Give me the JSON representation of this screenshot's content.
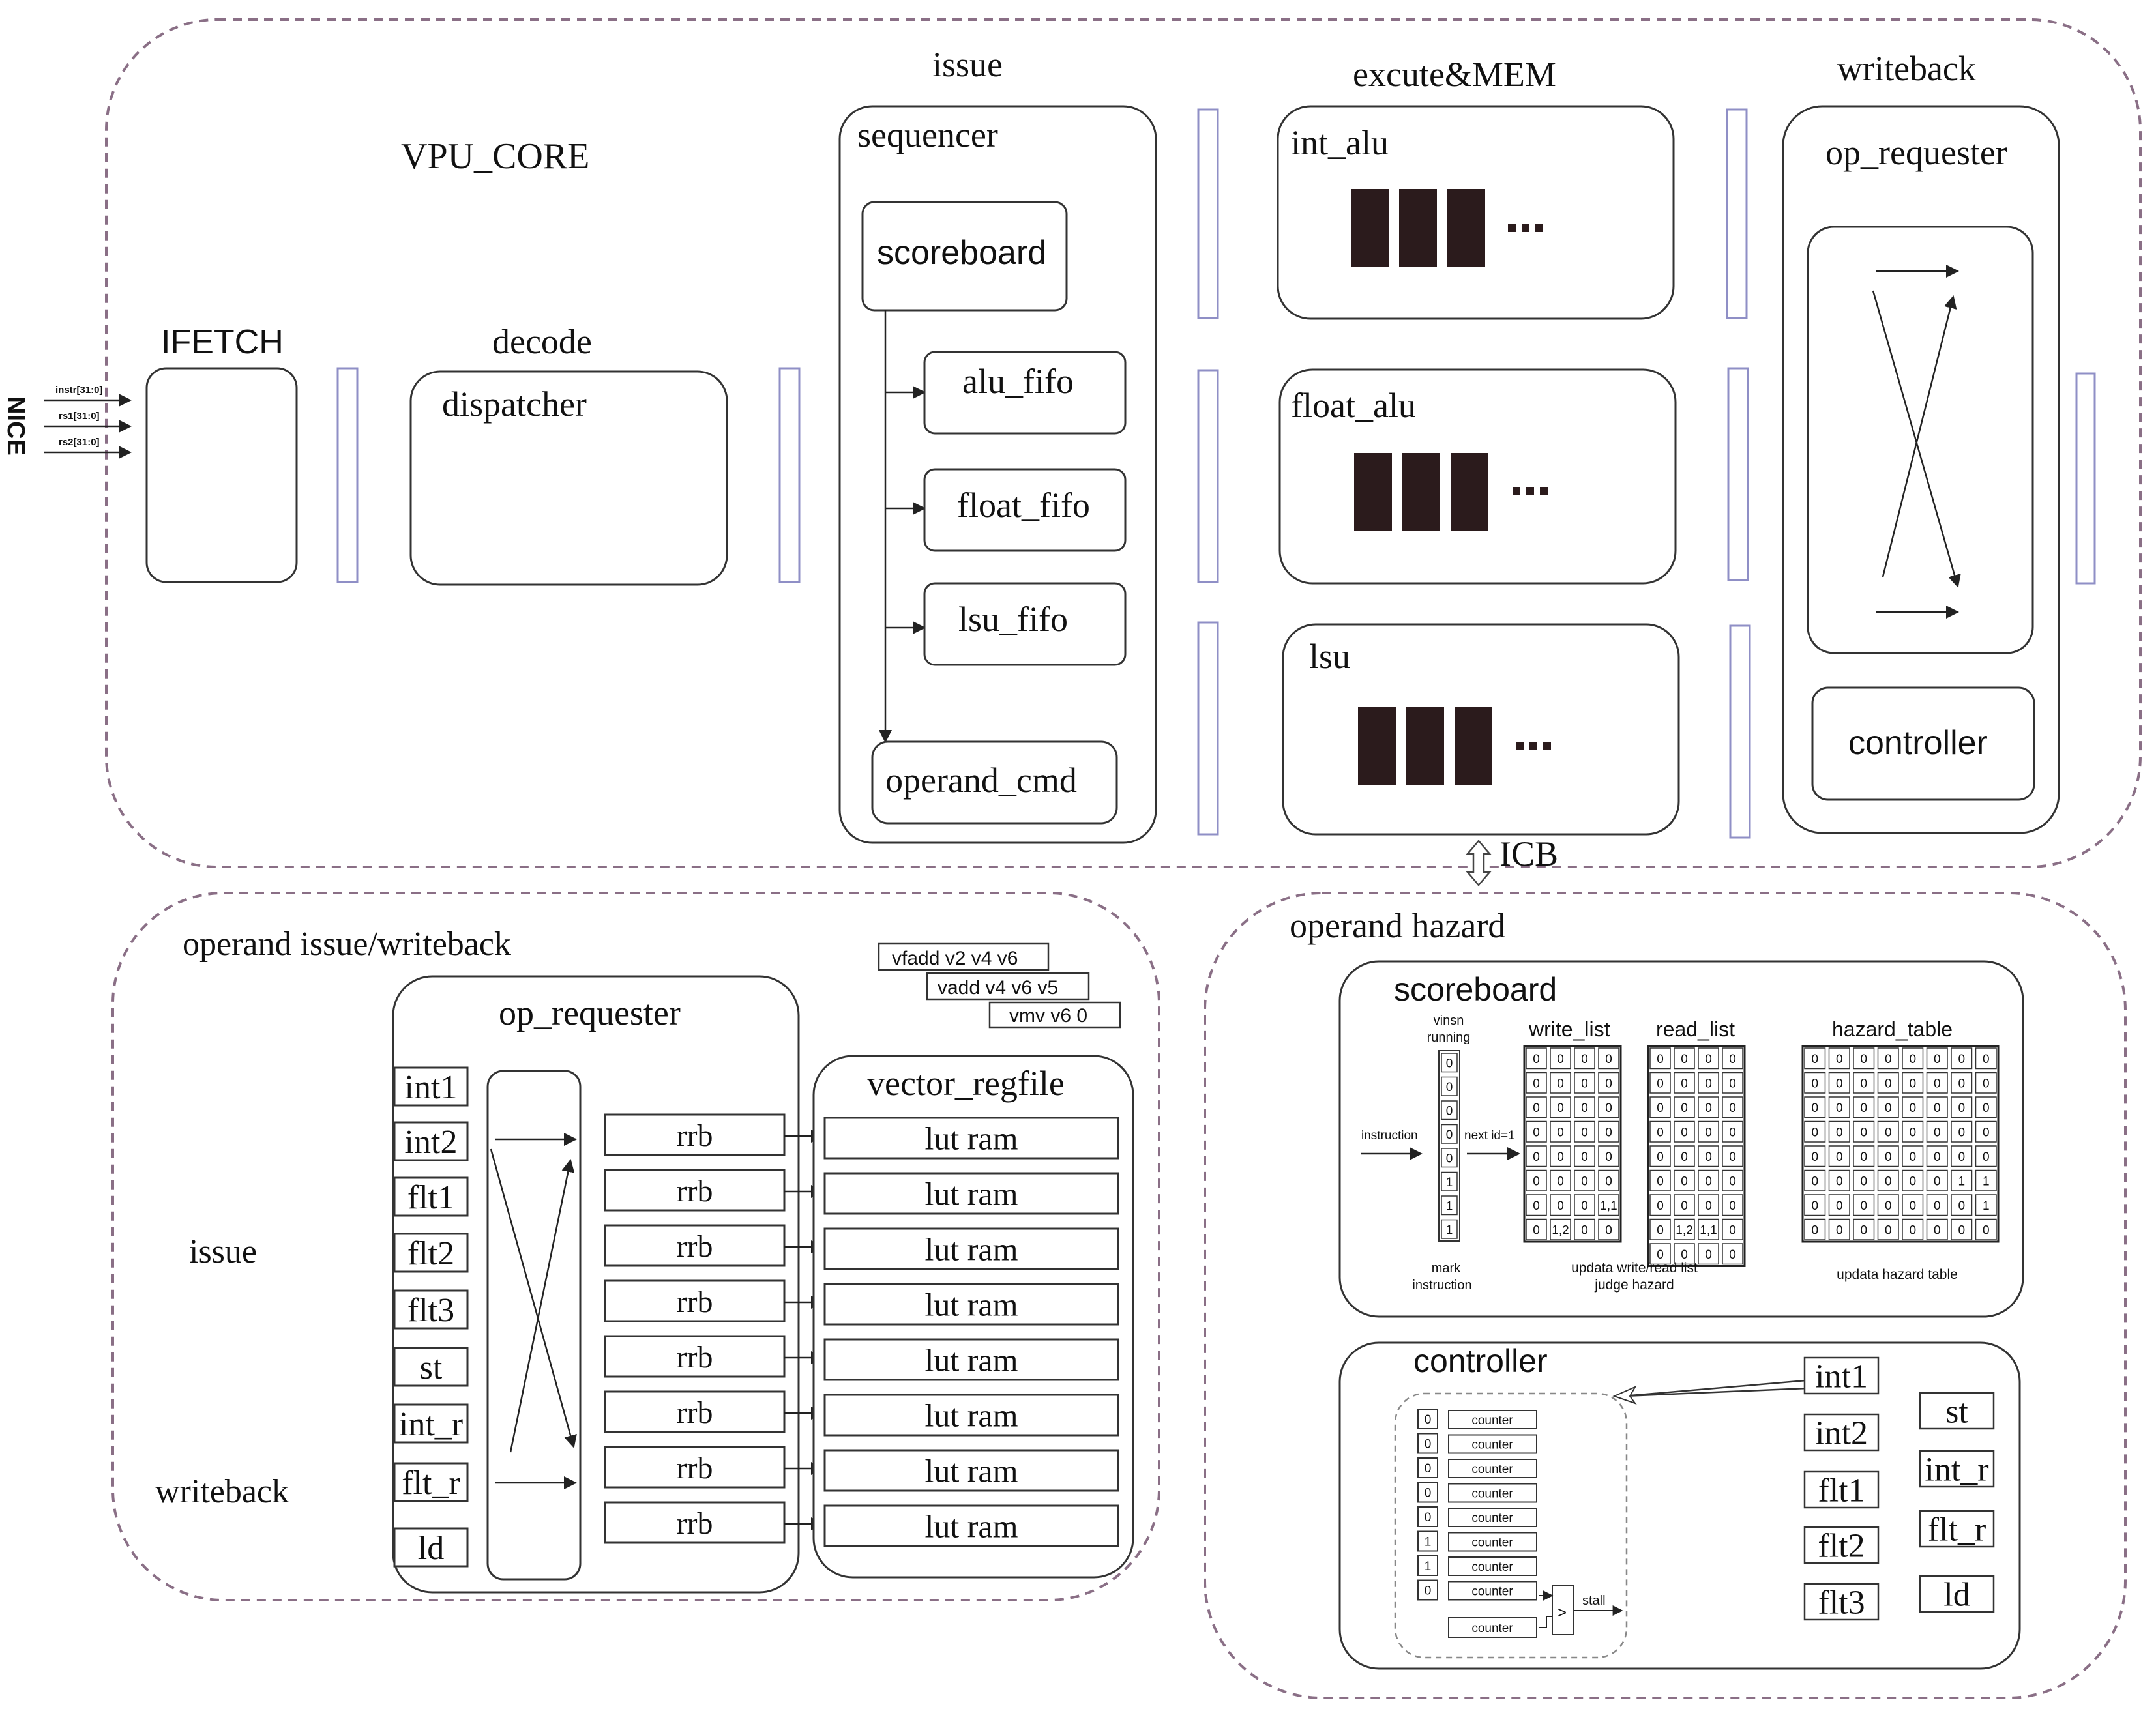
{
  "top": {
    "title": "VPU_CORE",
    "interface": {
      "label": "NICE",
      "signals": [
        "instr[31:0]",
        "rs1[31:0]",
        "rs2[31:0]"
      ]
    },
    "stages": {
      "ifetch": "IFETCH",
      "decode": "decode",
      "issue": "issue",
      "execute": "excute&MEM",
      "writeback": "writeback"
    },
    "dispatcher": "dispatcher",
    "sequencer": {
      "label": "sequencer",
      "scoreboard": "scoreboard",
      "fifos": [
        "alu_fifo",
        "float_fifo",
        "lsu_fifo"
      ],
      "operand_cmd": "operand_cmd"
    },
    "units": [
      "int_alu",
      "float_alu",
      "lsu"
    ],
    "ellipsis": "...",
    "wb_unit": {
      "label": "op_requester",
      "controller": "controller"
    },
    "bus": "ICB"
  },
  "operand_issue": {
    "title": "operand issue/writeback",
    "issue_label": "issue",
    "writeback_label": "writeback",
    "op_requester": "op_requester",
    "ports": [
      "int1",
      "int2",
      "flt1",
      "flt2",
      "flt3",
      "st",
      "int_r",
      "flt_r",
      "ld"
    ],
    "rrb_label": "rrb",
    "vector_regfile": "vector_regfile",
    "lut_label": "lut ram",
    "instructions": [
      "vfadd v2 v4 v6",
      "vadd v4 v6 v5",
      "vmv v6 0"
    ]
  },
  "hazard": {
    "title": "operand hazard",
    "scoreboard": {
      "title": "scoreboard",
      "vinsn_header": [
        "vinsn",
        "running"
      ],
      "vinsn": [
        "0",
        "0",
        "0",
        "0",
        "0",
        "1",
        "1",
        "1"
      ],
      "instruction_label": "instruction",
      "next_id_label": "next id=1",
      "mark_caption": [
        "mark",
        "instruction"
      ],
      "write_list": {
        "title": "write_list",
        "rows": [
          [
            "0",
            "0",
            "0",
            "0"
          ],
          [
            "0",
            "0",
            "0",
            "0"
          ],
          [
            "0",
            "0",
            "0",
            "0"
          ],
          [
            "0",
            "0",
            "0",
            "0"
          ],
          [
            "0",
            "0",
            "0",
            "0"
          ],
          [
            "0",
            "0",
            "0",
            "0"
          ],
          [
            "0",
            "0",
            "0",
            "1,1"
          ],
          [
            "0",
            "1,2",
            "0",
            "0"
          ]
        ]
      },
      "read_list": {
        "title": "read_list",
        "rows": [
          [
            "0",
            "0",
            "0",
            "0"
          ],
          [
            "0",
            "0",
            "0",
            "0"
          ],
          [
            "0",
            "0",
            "0",
            "0"
          ],
          [
            "0",
            "0",
            "0",
            "0"
          ],
          [
            "0",
            "0",
            "0",
            "0"
          ],
          [
            "0",
            "0",
            "0",
            "0"
          ],
          [
            "0",
            "0",
            "0",
            "0"
          ],
          [
            "0",
            "1,2",
            "1,1",
            "0"
          ],
          [
            "0",
            "0",
            "0",
            "0"
          ]
        ]
      },
      "list_caption": [
        "updata write/read list",
        "judge hazard"
      ],
      "hazard_table": {
        "title": "hazard_table",
        "rows": [
          [
            "0",
            "0",
            "0",
            "0",
            "0",
            "0",
            "0",
            "0"
          ],
          [
            "0",
            "0",
            "0",
            "0",
            "0",
            "0",
            "0",
            "0"
          ],
          [
            "0",
            "0",
            "0",
            "0",
            "0",
            "0",
            "0",
            "0"
          ],
          [
            "0",
            "0",
            "0",
            "0",
            "0",
            "0",
            "0",
            "0"
          ],
          [
            "0",
            "0",
            "0",
            "0",
            "0",
            "0",
            "0",
            "0"
          ],
          [
            "0",
            "0",
            "0",
            "0",
            "0",
            "0",
            "1",
            "1"
          ],
          [
            "0",
            "0",
            "0",
            "0",
            "0",
            "0",
            "0",
            "1"
          ],
          [
            "0",
            "0",
            "0",
            "0",
            "0",
            "0",
            "0",
            "0"
          ]
        ]
      },
      "hazard_caption": "updata hazard table"
    },
    "controller": {
      "title": "controller",
      "flags": [
        "0",
        "0",
        "0",
        "0",
        "0",
        "1",
        "1",
        "0"
      ],
      "counter_label": "counter",
      "stall_label": "stall",
      "compare_label": ">",
      "ports_left": [
        "int1",
        "int2",
        "flt1",
        "flt2",
        "flt3"
      ],
      "ports_right": [
        "st",
        "int_r",
        "flt_r",
        "ld"
      ]
    }
  }
}
